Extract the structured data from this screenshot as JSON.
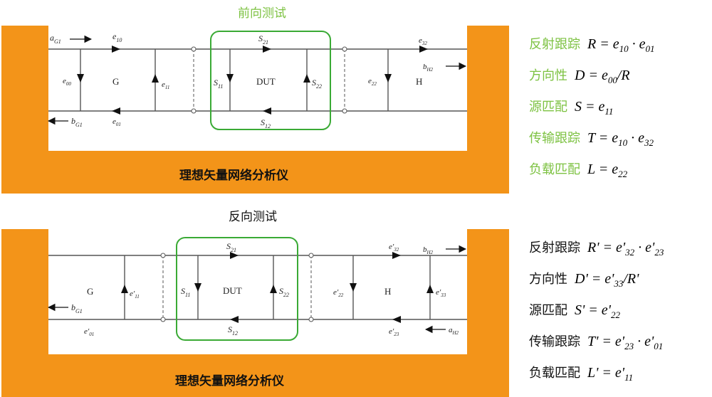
{
  "forward": {
    "title": "前向测试",
    "footer": "理想矢量网络分析仪",
    "labels": {
      "aG1": "aG1",
      "bG1": "bG1",
      "e10": "e10",
      "e01": "e01",
      "e00": "e00",
      "e11": "e11",
      "G": "G",
      "S21": "S21",
      "S12": "S12",
      "S11": "S11",
      "S22": "S22",
      "DUT": "DUT",
      "e32": "e32",
      "e22": "e22",
      "bH2": "bH2",
      "H": "H"
    },
    "equations": [
      {
        "name": "反射跟踪",
        "formula": "R = e10 · e01"
      },
      {
        "name": "方向性",
        "formula": "D = e00/R"
      },
      {
        "name": "源匹配",
        "formula": "S = e11"
      },
      {
        "name": "传输跟踪",
        "formula": "T = e10 · e32"
      },
      {
        "name": "负载匹配",
        "formula": "L = e22"
      }
    ]
  },
  "reverse": {
    "title": "反向测试",
    "footer": "理想矢量网络分析仪",
    "labels": {
      "G": "G",
      "bG1": "bG1",
      "e11p": "e'11",
      "e01p": "e'01",
      "S21": "S21",
      "S12": "S12",
      "S11": "S11",
      "S22": "S22",
      "DUT": "DUT",
      "e32p": "e'32",
      "e22p": "e'22",
      "e23p": "e'23",
      "e33p": "e'33",
      "bH2": "bH2",
      "aH2": "aH2",
      "H": "H"
    },
    "equations": [
      {
        "name": "反射跟踪",
        "formula": "R' = e'32 · e'23"
      },
      {
        "name": "方向性",
        "formula": "D' = e'33/R'"
      },
      {
        "name": "源匹配",
        "formula": "S' = e'22"
      },
      {
        "name": "传输跟踪",
        "formula": "T' = e'23 · e'01"
      },
      {
        "name": "负载匹配",
        "formula": "L' = e'11"
      }
    ]
  },
  "colors": {
    "analyzer_body": "#f39419",
    "dut_box": "#3aaa35",
    "title_green": "#7dc242",
    "line": "#444444"
  }
}
